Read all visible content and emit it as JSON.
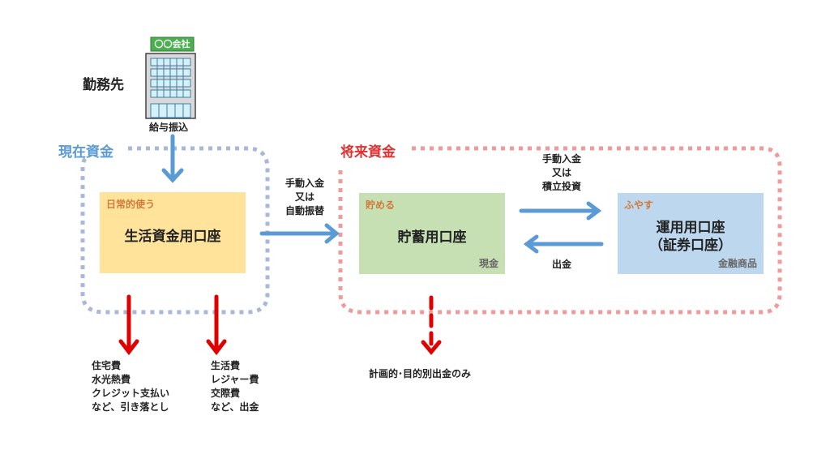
{
  "employer": {
    "label": "勤務先",
    "sign": "〇〇会社",
    "salary_label": "給与振込"
  },
  "current_funds": {
    "title": "現在資金",
    "color": "#5b9bd5",
    "account": {
      "tag": "日常的使う",
      "name": "生活資金用口座",
      "fill": "#ffe39a"
    },
    "outflows": [
      {
        "lines": [
          "住宅費",
          "水光熱費",
          "クレジット支払い",
          "など、引き落とし"
        ]
      },
      {
        "lines": [
          "生活費",
          "レジャー費",
          "交際費",
          "など、出金"
        ]
      }
    ]
  },
  "transfer_to_future": {
    "lines": [
      "手動入金",
      "又は",
      "自動振替"
    ]
  },
  "future_funds": {
    "title": "将来資金",
    "color": "#e06060",
    "savings": {
      "tag": "貯める",
      "name": "貯蓄用口座",
      "foot": "現金",
      "fill": "#c6e0b4"
    },
    "investment": {
      "tag": "ふやす",
      "name_line1": "運用用口座",
      "name_line2": "（証券口座）",
      "foot": "金融商品",
      "fill": "#bdd7ee"
    },
    "to_investment": {
      "lines": [
        "手動入金",
        "又は",
        "積立投資"
      ]
    },
    "from_investment": "出金",
    "outflow": "計画的･目的別出金のみ"
  },
  "colors": {
    "arrow_blue": "#5b9bd5",
    "arrow_red": "#e00000",
    "border_blue": "#a9b8d8",
    "border_red": "#f09a9a"
  }
}
